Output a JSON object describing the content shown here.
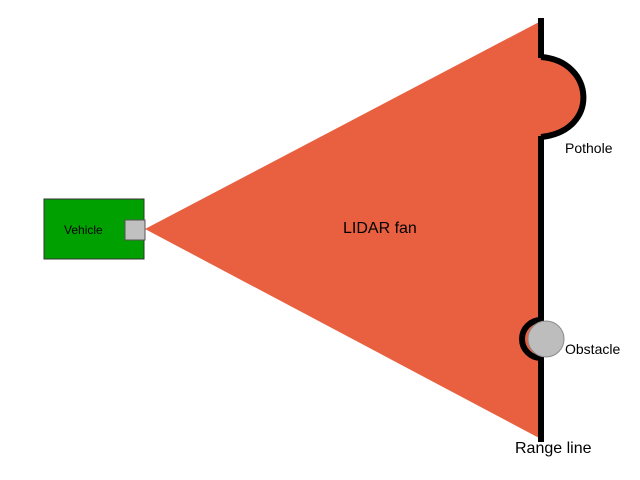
{
  "labels": {
    "vehicle": "Vehicle",
    "lidar_fan": "LIDAR fan",
    "pothole": "Pothole",
    "obstacle": "Obstacle",
    "range_line": "Range line"
  },
  "colors": {
    "vehicle_fill": "#00a000",
    "sensor_fill": "#c0c0c0",
    "fan_fill": "#e96040",
    "range_line": "#000000",
    "obstacle_fill": "#bdbdbd"
  }
}
